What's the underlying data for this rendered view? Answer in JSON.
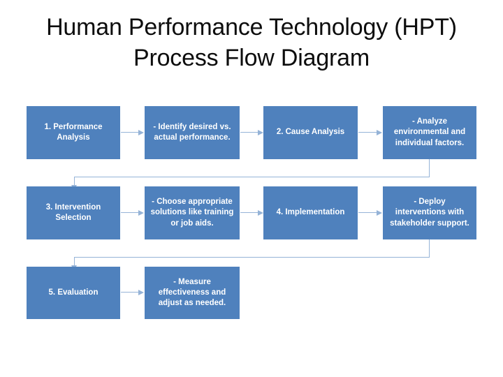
{
  "slide": {
    "title_line1": "Human Performance Technology (HPT)",
    "title_line2": "Process Flow Diagram",
    "background_color": "#FFFFFF",
    "box_color": "#4F81BD",
    "box_text_color": "#FFFFFF",
    "connector_color": "#95B3D7",
    "title_color": "#0D0D0D"
  },
  "diagram": {
    "type": "process-flow",
    "rows": [
      {
        "boxes": [
          {
            "label": "1. Performance Analysis"
          },
          {
            "label": "- Identify desired vs. actual performance."
          },
          {
            "label": "2. Cause Analysis"
          },
          {
            "label": "- Analyze environmental and individual factors."
          }
        ]
      },
      {
        "boxes": [
          {
            "label": "3. Intervention Selection"
          },
          {
            "label": "- Choose appropriate solutions like training or job aids."
          },
          {
            "label": "4. Implementation"
          },
          {
            "label": "- Deploy interventions with stakeholder support."
          }
        ]
      },
      {
        "boxes": [
          {
            "label": "5. Evaluation"
          },
          {
            "label": "- Measure effectiveness and adjust as needed."
          }
        ]
      }
    ]
  }
}
